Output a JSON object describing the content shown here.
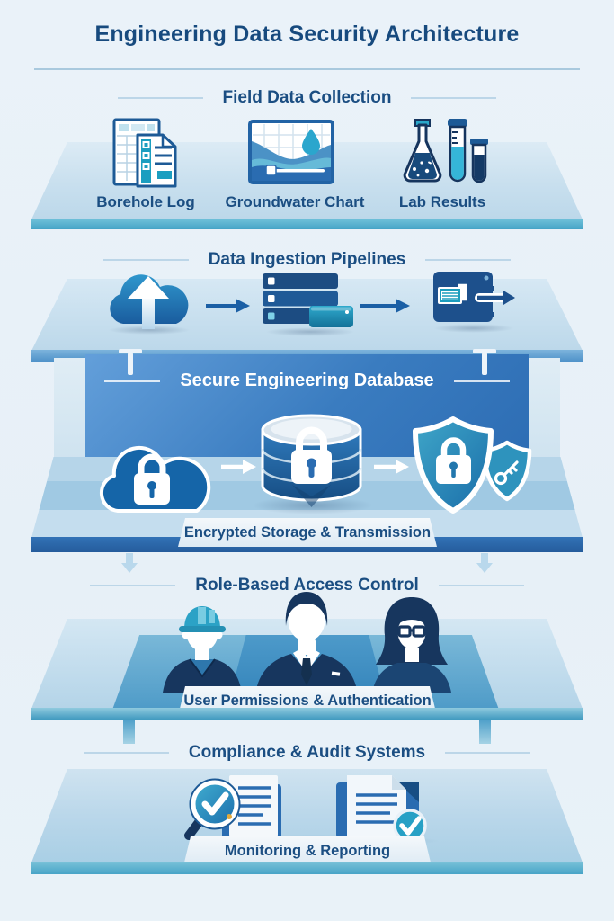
{
  "title": "Engineering Data Security Architecture",
  "colors": {
    "background": "#e9f1f8",
    "heading_text": "#1b4e82",
    "database_panel_blue": "#3a7cc0",
    "platform_edge_teal": "#47a4c7",
    "accent_teal": "#1c9dbd",
    "icon_navy": "#1d5a96",
    "banner_background": "#eef4f9"
  },
  "sections": {
    "field_data_collection": {
      "header": "Field Data Collection",
      "items": [
        {
          "label": "Borehole Log",
          "icon": "borehole-log-icon"
        },
        {
          "label": "Groundwater Chart",
          "icon": "groundwater-chart-icon"
        },
        {
          "label": "Lab Results",
          "icon": "lab-results-icon"
        }
      ]
    },
    "data_ingestion": {
      "header": "Data Ingestion Pipelines",
      "icons": [
        "cloud-upload-icon",
        "arrow-right-icon",
        "server-stack-icon",
        "arrow-right-icon",
        "data-export-icon"
      ]
    },
    "secure_database": {
      "header": "Secure Engineering Database",
      "banner": "Encrypted Storage & Transmission",
      "icons": [
        "cloud-lock-icon",
        "arrow-right-icon",
        "database-lock-icon",
        "arrow-right-icon",
        "shield-lock-icon",
        "shield-key-icon"
      ]
    },
    "access_control": {
      "header": "Role-Based Access Control",
      "banner": "User Permissions & Authentication",
      "icons": [
        "engineer-user-icon",
        "manager-user-icon",
        "analyst-user-icon"
      ]
    },
    "compliance": {
      "header": "Compliance & Audit Systems",
      "banner": "Monitoring & Reporting",
      "icons": [
        "audit-search-icon",
        "report-check-icon"
      ]
    }
  }
}
